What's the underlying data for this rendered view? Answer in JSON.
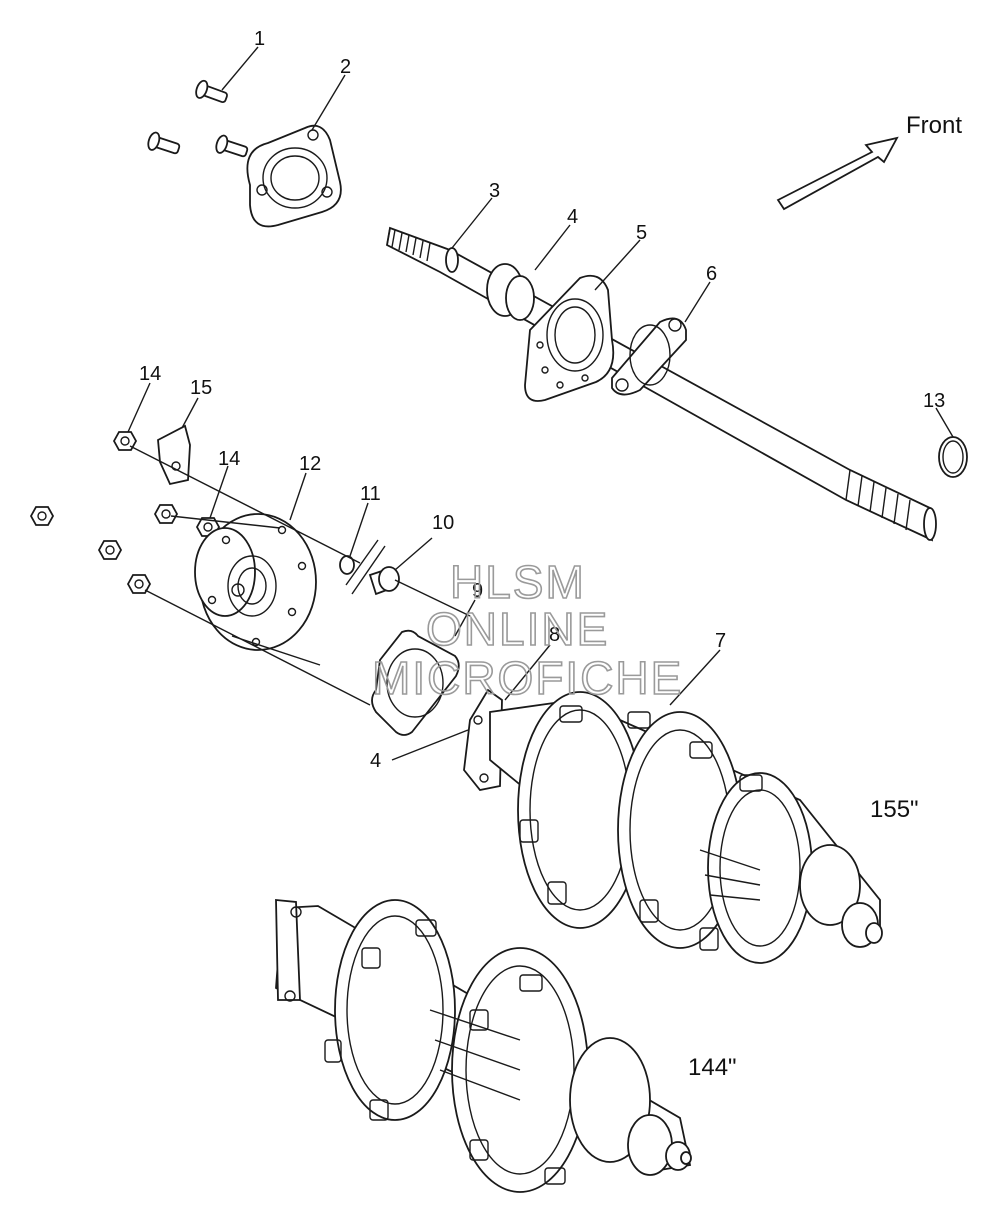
{
  "diagram": {
    "callouts": [
      {
        "id": "c1",
        "label": "1"
      },
      {
        "id": "c2",
        "label": "2"
      },
      {
        "id": "c3",
        "label": "3"
      },
      {
        "id": "c4a",
        "label": "4"
      },
      {
        "id": "c5",
        "label": "5"
      },
      {
        "id": "c6",
        "label": "6"
      },
      {
        "id": "c13",
        "label": "13"
      },
      {
        "id": "c14a",
        "label": "14"
      },
      {
        "id": "c15",
        "label": "15"
      },
      {
        "id": "c14b",
        "label": "14"
      },
      {
        "id": "c12",
        "label": "12"
      },
      {
        "id": "c11",
        "label": "11"
      },
      {
        "id": "c10",
        "label": "10"
      },
      {
        "id": "c9",
        "label": "9"
      },
      {
        "id": "c8",
        "label": "8"
      },
      {
        "id": "c7",
        "label": "7"
      },
      {
        "id": "c4b",
        "label": "4"
      }
    ],
    "direction_label": "Front",
    "variant_labels": {
      "long_track": "155\"",
      "short_track": "144\""
    },
    "watermark": [
      "HLSM",
      "ONLINE",
      "MICROFICHE"
    ]
  }
}
